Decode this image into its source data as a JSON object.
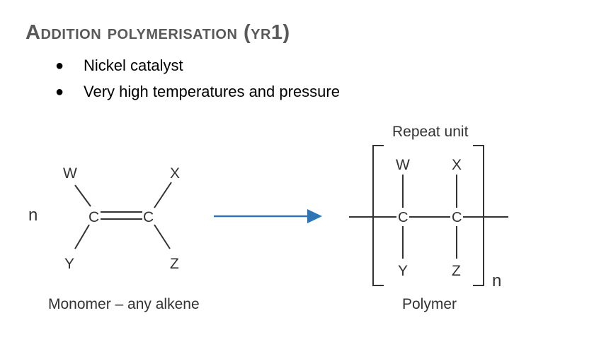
{
  "title": "Addition polymerisation (yr1)",
  "bullets": [
    "Nickel catalyst",
    "Very high temperatures and pressure"
  ],
  "bullet_symbol": "●",
  "monomer": {
    "multiplier": "n",
    "carbon_left": "C",
    "carbon_right": "C",
    "sub_top_left": "W",
    "sub_top_right": "X",
    "sub_bottom_left": "Y",
    "sub_bottom_right": "Z",
    "caption": "Monomer – any alkene"
  },
  "polymer": {
    "label_top": "Repeat unit",
    "carbon_left": "C",
    "carbon_right": "C",
    "sub_top_left": "W",
    "sub_top_right": "X",
    "sub_bottom_left": "Y",
    "sub_bottom_right": "Z",
    "subscript": "n",
    "caption": "Polymer"
  },
  "colors": {
    "arrow": "#2e75b6",
    "title": "#595959",
    "structure": "#333333"
  }
}
